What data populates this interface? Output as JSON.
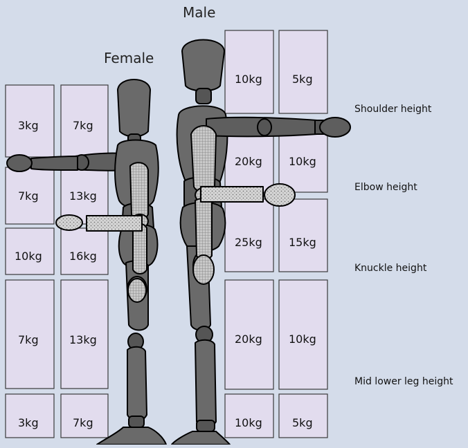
{
  "labels": {
    "male": "Male",
    "female": "Female"
  },
  "height_labels": {
    "shoulder": "Shoulder height",
    "elbow": "Elbow height",
    "knuckle": "Knuckle height",
    "mid_lower_leg": "Mid lower leg height"
  },
  "female_weights": {
    "col1": [
      "3kg",
      "7kg",
      "10kg",
      "7kg",
      "3kg"
    ],
    "col2": [
      "7kg",
      "13kg",
      "16kg",
      "13kg",
      "7kg"
    ]
  },
  "male_weights": {
    "col1": [
      "10kg",
      "20kg",
      "25kg",
      "20kg",
      "10kg"
    ],
    "col2": [
      "5kg",
      "10kg",
      "15kg",
      "10kg",
      "5kg"
    ]
  },
  "colors": {
    "background": "#d4dcea",
    "box_fill": "#e2dcee",
    "box_stroke": "#3a3a3a",
    "figure_fill": "#6a6a6a",
    "figure_stroke": "#000000",
    "arm_front_fill": "#c8c8c8"
  }
}
